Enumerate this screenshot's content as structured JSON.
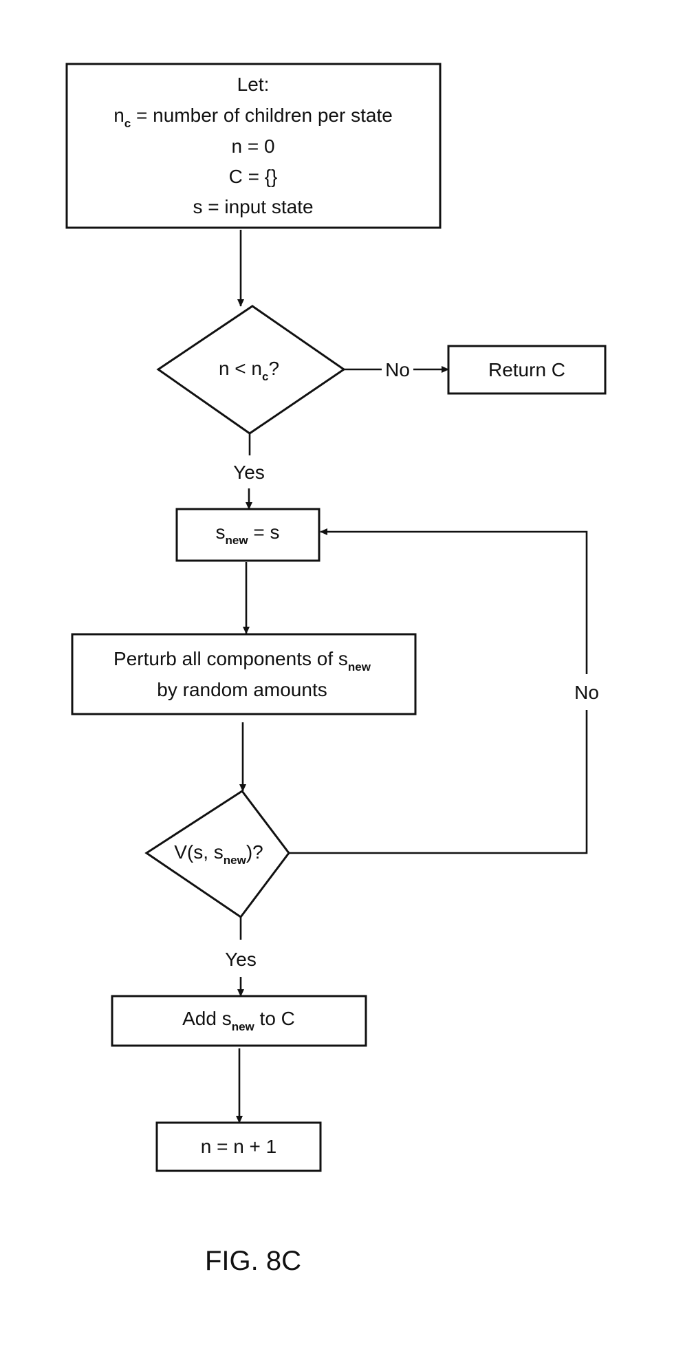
{
  "figure": {
    "label": "FIG. 8C",
    "colors": {
      "ink": "#111111",
      "background": "#ffffff"
    }
  },
  "nodes": {
    "init": {
      "type": "process",
      "lines": [
        {
          "text": "Let:"
        },
        {
          "text": "n",
          "sub": "c",
          "rest": " = number of children per state"
        },
        {
          "text": "n = 0"
        },
        {
          "text": "C = {}"
        },
        {
          "text": "s = input state"
        }
      ]
    },
    "decision_n": {
      "type": "decision",
      "text": "n < n",
      "sub": "c",
      "rest": "?"
    },
    "return_c": {
      "type": "terminal",
      "text": "Return C"
    },
    "assign_snew": {
      "type": "process",
      "text": "s",
      "sub": "new",
      "rest": " = s"
    },
    "perturb": {
      "type": "process",
      "line1": "Perturb all components of s",
      "line1_sub": "new",
      "line2": "by random amounts"
    },
    "decision_v": {
      "type": "decision",
      "text": "V(s, s",
      "sub": "new",
      "rest": ")?"
    },
    "add_to_c": {
      "type": "process",
      "text": "Add  s",
      "sub": "new",
      "rest": " to C"
    },
    "increment": {
      "type": "process",
      "text": "n = n + 1"
    }
  },
  "edges": [
    {
      "from": "init",
      "to": "decision_n",
      "label": ""
    },
    {
      "from": "decision_n",
      "to": "return_c",
      "label": "No"
    },
    {
      "from": "decision_n",
      "to": "assign_snew",
      "label": "Yes"
    },
    {
      "from": "assign_snew",
      "to": "perturb",
      "label": ""
    },
    {
      "from": "perturb",
      "to": "decision_v",
      "label": ""
    },
    {
      "from": "decision_v",
      "to": "assign_snew",
      "label": "No"
    },
    {
      "from": "decision_v",
      "to": "add_to_c",
      "label": "Yes"
    },
    {
      "from": "add_to_c",
      "to": "increment",
      "label": ""
    }
  ],
  "edge_labels": {
    "no_return": "No",
    "yes_first": "Yes",
    "no_loop": "No",
    "yes_second": "Yes"
  }
}
